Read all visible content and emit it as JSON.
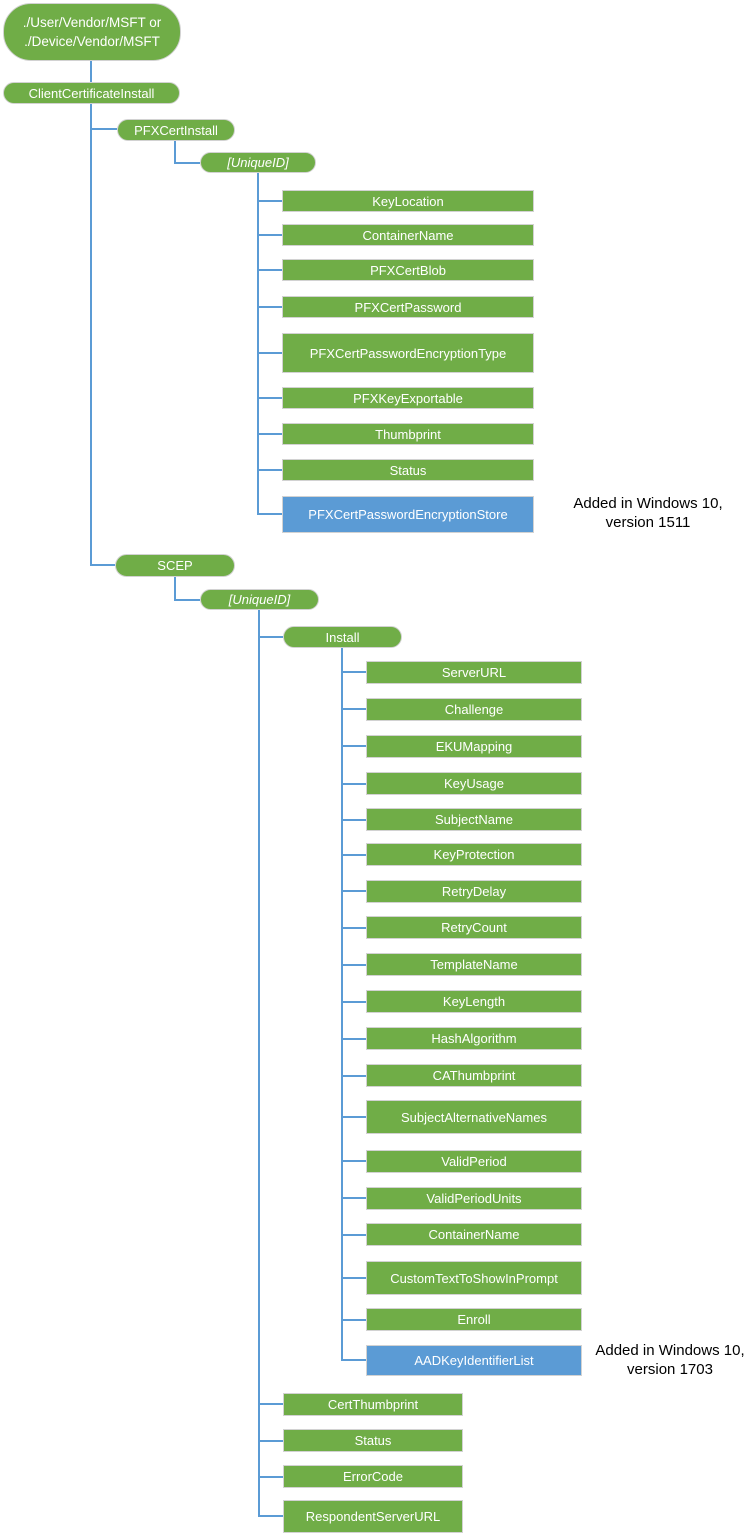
{
  "colors": {
    "node_green": "#70AD47",
    "node_blue": "#5B9BD5",
    "connector_blue": "#5B9BD5",
    "node_border": "#D2D2D2",
    "node_text": "#FFFFFF",
    "annotation_text": "#000000"
  },
  "root_node": {
    "line1": "./User/Vendor/MSFT or",
    "line2": "./Device/Vendor/MSFT"
  },
  "nodes": {
    "client_certificate_install": "ClientCertificateInstall",
    "pfx_cert_install": "PFXCertInstall",
    "pfx_unique_id": "[UniqueID]",
    "scep": "SCEP",
    "scep_unique_id": "[UniqueID]",
    "install": "Install"
  },
  "pfx_leaves": [
    "KeyLocation",
    "ContainerName",
    "PFXCertBlob",
    "PFXCertPassword",
    "PFXCertPasswordEncryptionType",
    "PFXKeyExportable",
    "Thumbprint",
    "Status",
    "PFXCertPasswordEncryptionStore"
  ],
  "install_leaves": [
    "ServerURL",
    "Challenge",
    "EKUMapping",
    "KeyUsage",
    "SubjectName",
    "KeyProtection",
    "RetryDelay",
    "RetryCount",
    "TemplateName",
    "KeyLength",
    "HashAlgorithm",
    "CAThumbprint",
    "SubjectAlternativeNames",
    "ValidPeriod",
    "ValidPeriodUnits",
    "ContainerName",
    "CustomTextToShowInPrompt",
    "Enroll",
    "AADKeyIdentifierList"
  ],
  "scep_leaves": [
    "CertThumbprint",
    "Status",
    "ErrorCode",
    "RespondentServerURL"
  ],
  "annotations": [
    {
      "line1": "Added in Windows 10,",
      "line2": "version 1511"
    },
    {
      "line1": "Added in Windows 10,",
      "line2": "version 1703"
    }
  ]
}
